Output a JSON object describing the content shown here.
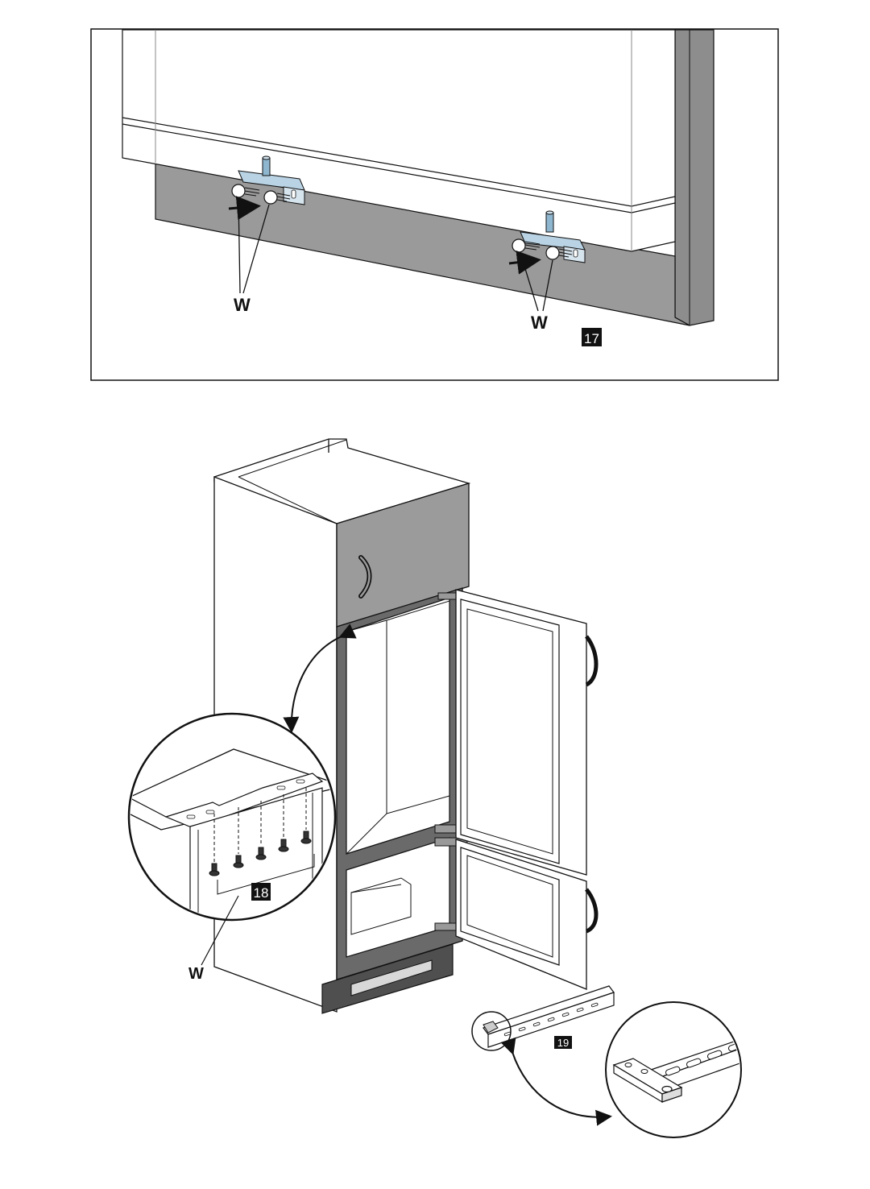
{
  "figures": [
    {
      "number": "17",
      "labels": [
        "W",
        "W"
      ]
    },
    {
      "number": "18",
      "labels": [
        "W"
      ]
    },
    {
      "number": "19",
      "labels": []
    }
  ],
  "colors": {
    "line": "#111111",
    "panel_gray": "#9a9a9a",
    "dark_gray": "#555555",
    "bracket_blue": "#b9d3e4",
    "badge_bg": "#111111"
  }
}
